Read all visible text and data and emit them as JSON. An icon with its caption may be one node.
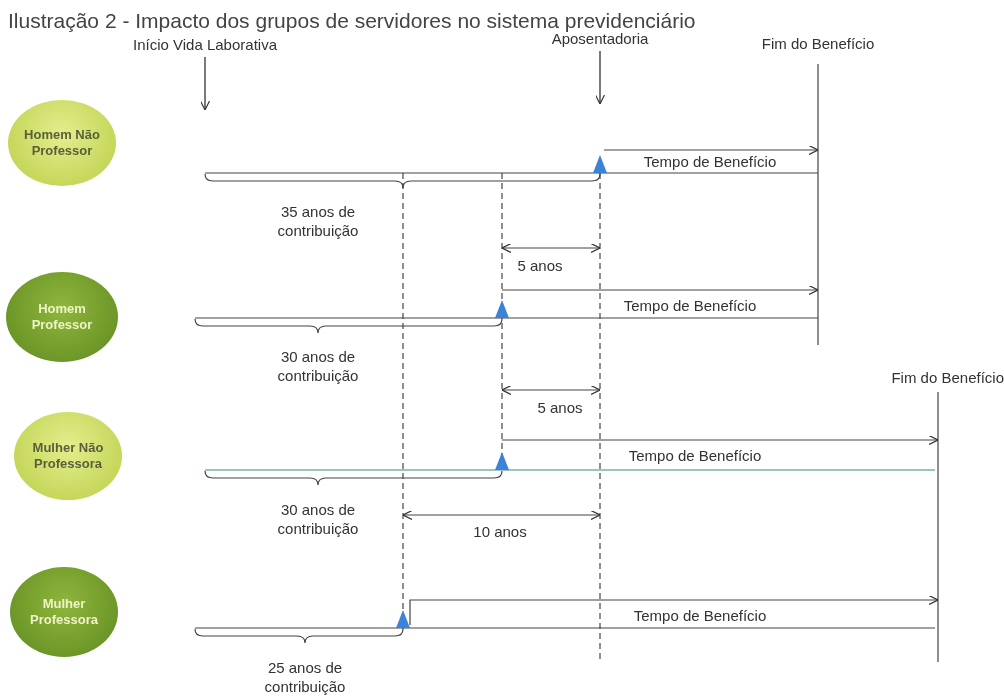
{
  "diagram": {
    "title": "Ilustração 2 - Impacto dos grupos de servidores no sistema previdenciário",
    "nodes": [
      {
        "text": [
          "Homem Não Professor"
        ]
      },
      {
        "text": [
          "Homem Professor"
        ]
      },
      {
        "text": [
          "Mulher Não Professora"
        ]
      },
      {
        "text": [
          "Mulher Professora"
        ]
      },
      {
        "text": [
          "Início Vida Laborativa"
        ]
      },
      {
        "text": [
          "Aposentadoria"
        ]
      }
    ],
    "edges": [
      {
        "from": 4,
        "to": null,
        "arrow": "to"
      },
      {
        "from": 5,
        "to": null,
        "arrow": "to"
      }
    ],
    "labels": [
      "Fim do Benefício",
      "Tempo de Benefício",
      "35 anos de contribuição",
      "5 anos",
      "Tempo de Benefício",
      "30 anos de contribuição",
      "5 anos",
      "Fim do Benefício",
      "Tempo de Benefício",
      "30 anos de contribuição",
      "10 anos",
      "Tempo de Benefício",
      "25 anos de contribuição"
    ]
  }
}
